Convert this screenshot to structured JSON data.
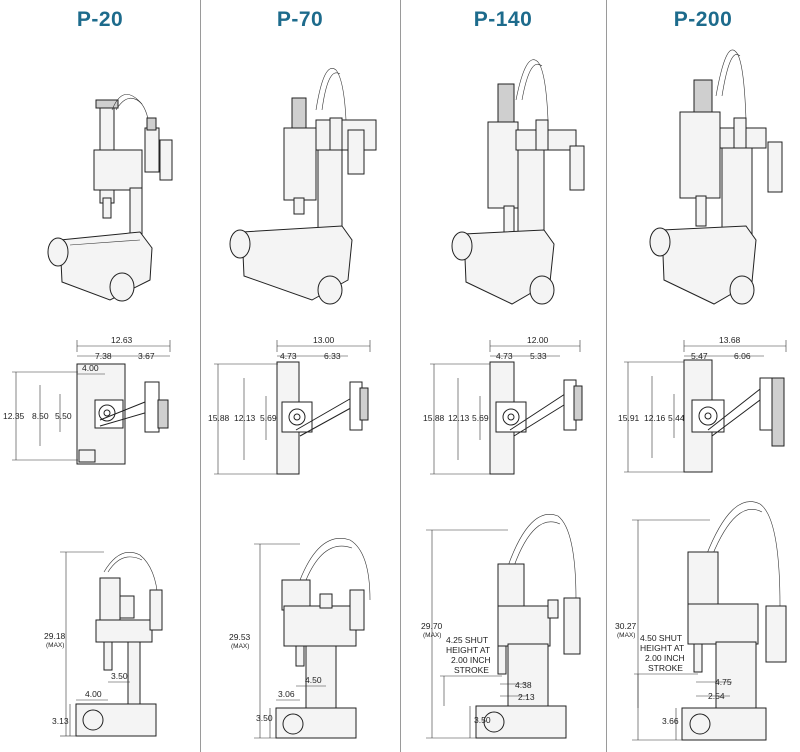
{
  "models": [
    {
      "name": "P-20",
      "top_dims": {
        "overall_width": "12.63",
        "left_width": "7.38",
        "right_width": "3.67",
        "inner": "4.00",
        "overall_height": "12.35",
        "mid_height": "8.50",
        "inner_height": "5.50"
      },
      "side_dims": {
        "height": "29.18",
        "height_note": "(MAX)",
        "offset": "3.50",
        "depth": "4.00",
        "base": "3.13"
      }
    },
    {
      "name": "P-70",
      "top_dims": {
        "overall_width": "13.00",
        "left_width": "4.73",
        "right_width": "6.33",
        "overall_height": "15.88",
        "mid_height": "12.13",
        "inner_height": "5.69"
      },
      "side_dims": {
        "height": "29.53",
        "height_note": "(MAX)",
        "offset": "4.50",
        "depth": "3.06",
        "base": "3.50"
      }
    },
    {
      "name": "P-140",
      "top_dims": {
        "overall_width": "12.00",
        "left_width": "4.73",
        "right_width": "5.33",
        "overall_height": "15.88",
        "mid_height": "12.13",
        "inner_height": "5.69"
      },
      "side_dims": {
        "height": "29.70",
        "height_note": "(MAX)",
        "shut_line1": "4.25 SHUT",
        "shut_line2": "HEIGHT AT",
        "shut_line3": "2.00 INCH",
        "shut_line4": "STROKE",
        "offset": "4.38",
        "depth": "2.13",
        "base": "3.50"
      }
    },
    {
      "name": "P-200",
      "top_dims": {
        "overall_width": "13.68",
        "left_width": "5.47",
        "right_width": "6.06",
        "overall_height": "15.91",
        "mid_height": "12.16",
        "inner_height": "5.44"
      },
      "side_dims": {
        "height": "30.27",
        "height_note": "(MAX)",
        "shut_line1": "4.50 SHUT",
        "shut_line2": "HEIGHT AT",
        "shut_line3": "2.00 INCH",
        "shut_line4": "STROKE",
        "offset": "4.75",
        "depth": "2.54",
        "base": "3.66"
      }
    }
  ],
  "colors": {
    "heading": "#1d6b8c",
    "divider": "#9a9a9a",
    "line": "#222222"
  }
}
